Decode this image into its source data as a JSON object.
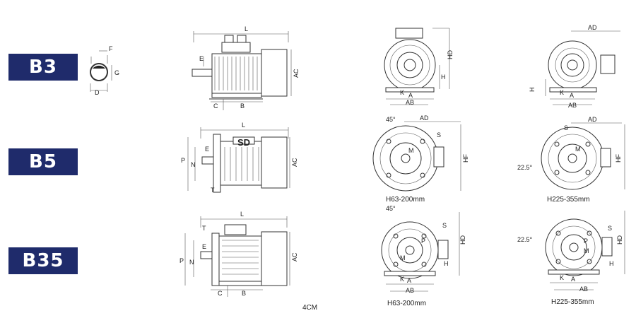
{
  "rows": [
    {
      "badge": "B3"
    },
    {
      "badge": "B5"
    },
    {
      "badge": "B35"
    }
  ],
  "shaft": {
    "labels": [
      "F",
      "G",
      "D"
    ]
  },
  "b3": {
    "side": {
      "length": "L",
      "shaft": "E",
      "height": "AC",
      "c": "C",
      "b": "B"
    },
    "front_a": {
      "labels": [
        "HD",
        "H",
        "K",
        "A",
        "AB"
      ]
    },
    "front_b": {
      "labels": [
        "AD",
        "H",
        "K",
        "A",
        "AB"
      ]
    }
  },
  "b5": {
    "side": {
      "length": "L",
      "p": "P",
      "n": "N",
      "e": "E",
      "ac": "AC",
      "t": "T",
      "brand": "SD"
    },
    "flange_a": {
      "angle": "45°",
      "ad": "AD",
      "s": "S",
      "m": "M",
      "hf": "HF",
      "caption": "H63-200mm"
    },
    "flange_b": {
      "angle": "22.5°",
      "ad": "AD",
      "s": "S",
      "m": "M",
      "hf": "HF",
      "caption": "H225-355mm"
    }
  },
  "b35": {
    "side": {
      "length": "L",
      "t": "T",
      "p": "P",
      "n": "N",
      "e": "E",
      "ac": "AC",
      "c": "C",
      "b": "B"
    },
    "front_a": {
      "angle": "45°",
      "s": "S",
      "p": "P",
      "m": "M",
      "hd": "HD",
      "h": "H",
      "k": "K",
      "a": "A",
      "ab": "AB",
      "caption": "H63-200mm"
    },
    "front_b": {
      "angle": "22.5°",
      "s": "S",
      "p": "P",
      "m": "M",
      "hd": "HD",
      "h": "H",
      "k": "K",
      "a": "A",
      "ab": "AB",
      "caption": "H225-355mm"
    }
  },
  "footer_note": "4CM"
}
